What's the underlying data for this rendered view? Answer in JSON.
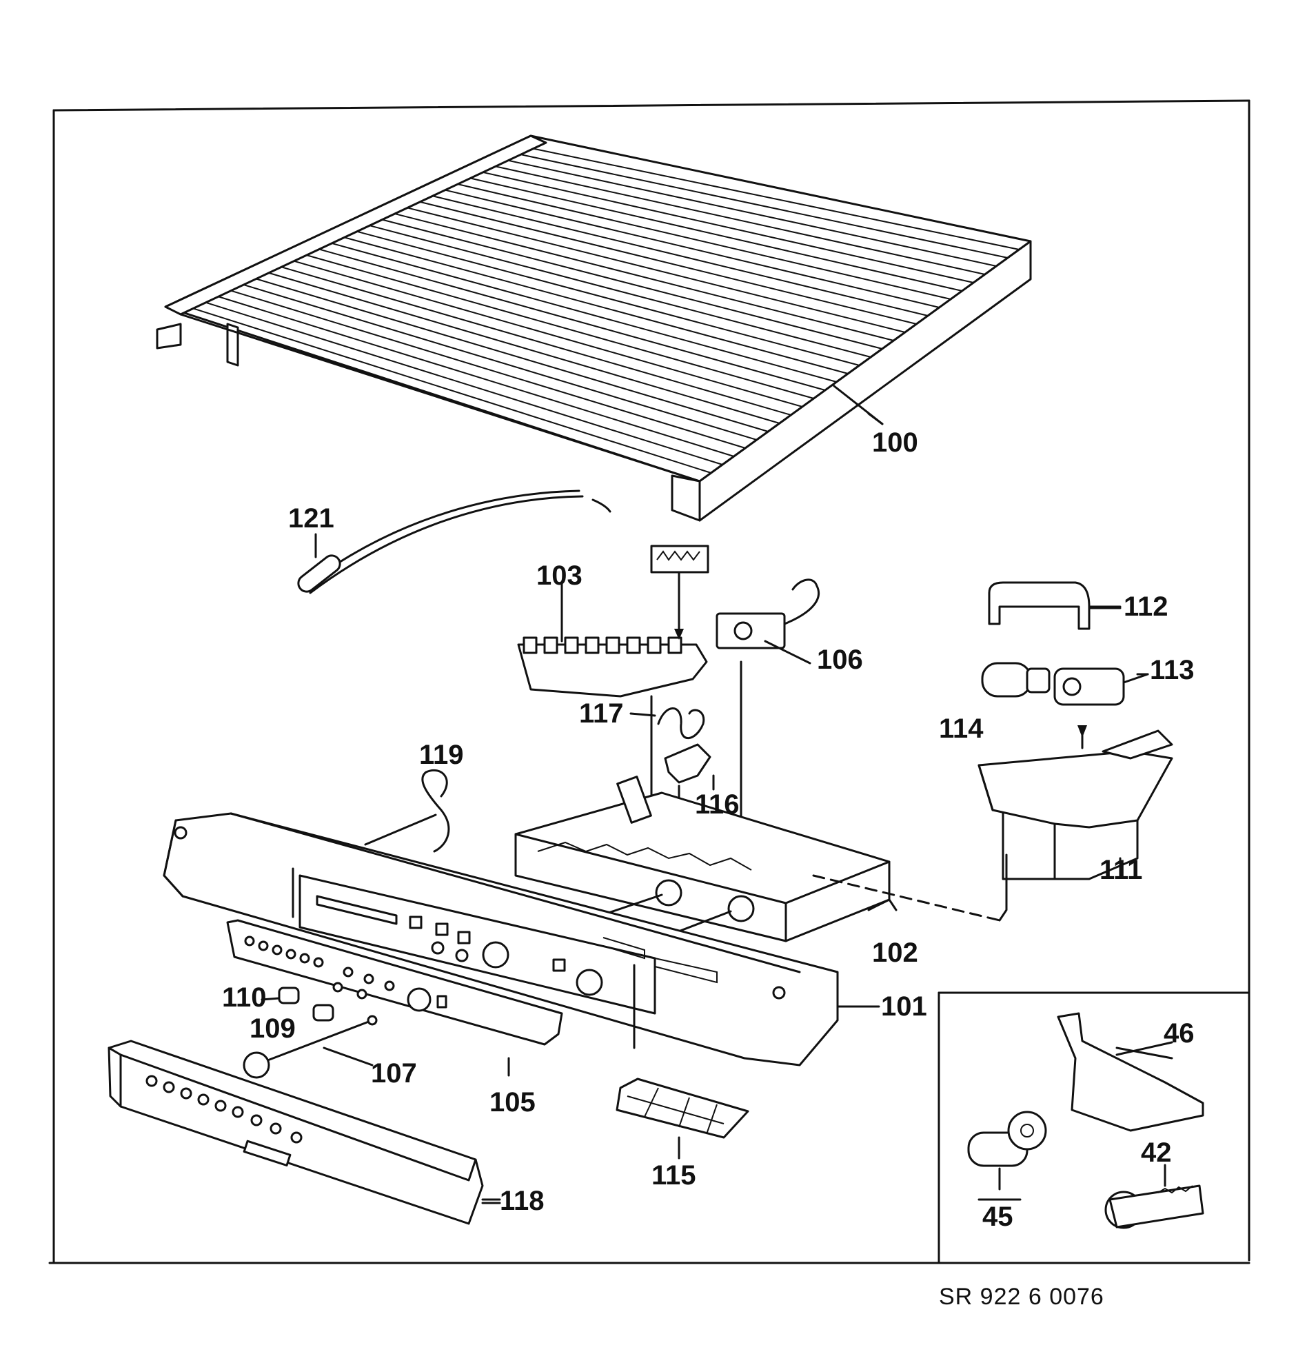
{
  "labels": {
    "p100": "100",
    "p101": "101",
    "p102": "102",
    "p103": "103",
    "p105": "105",
    "p106": "106",
    "p107": "107",
    "p109": "109",
    "p110": "110",
    "p111": "111",
    "p112": "112",
    "p113": "113",
    "p114": "114",
    "p115": "115",
    "p116": "116",
    "p117": "117",
    "p118": "118",
    "p119": "119",
    "p121": "121",
    "p42": "42",
    "p45": "45",
    "p46": "46"
  },
  "footer": {
    "code": "SR  922 6 0076"
  }
}
